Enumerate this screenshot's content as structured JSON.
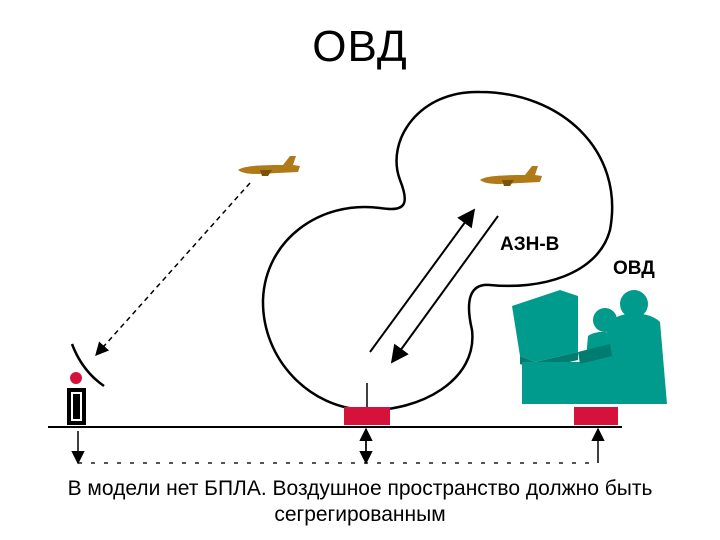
{
  "title": "ОВД",
  "labels": {
    "adsb": "АЗН-В",
    "atc": "ОВД"
  },
  "caption": {
    "line1": "В модели нет БПЛА. Воздушное пространство должно быть",
    "line2": "сегрегированным"
  },
  "colors": {
    "aircraft": "#b07a18",
    "station": "#d4123c",
    "operator": "#009b8c"
  }
}
